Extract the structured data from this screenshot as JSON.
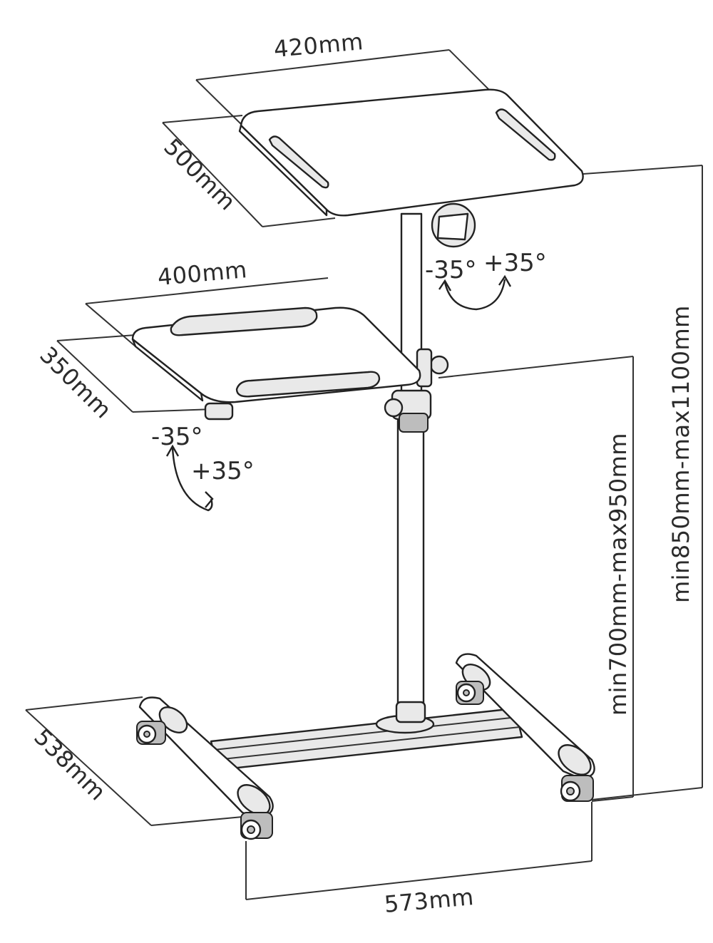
{
  "dimensions": {
    "top_width": "420mm",
    "top_depth": "500mm",
    "side_width": "400mm",
    "side_depth": "350mm",
    "base_depth": "538mm",
    "base_width": "573mm",
    "side_height": "min700mm-max950mm",
    "top_height": "min850mm-max1100mm"
  },
  "angles": {
    "top_minus": "-35°",
    "top_plus": "+35°",
    "side_minus": "-35°",
    "side_plus": "+35°"
  }
}
